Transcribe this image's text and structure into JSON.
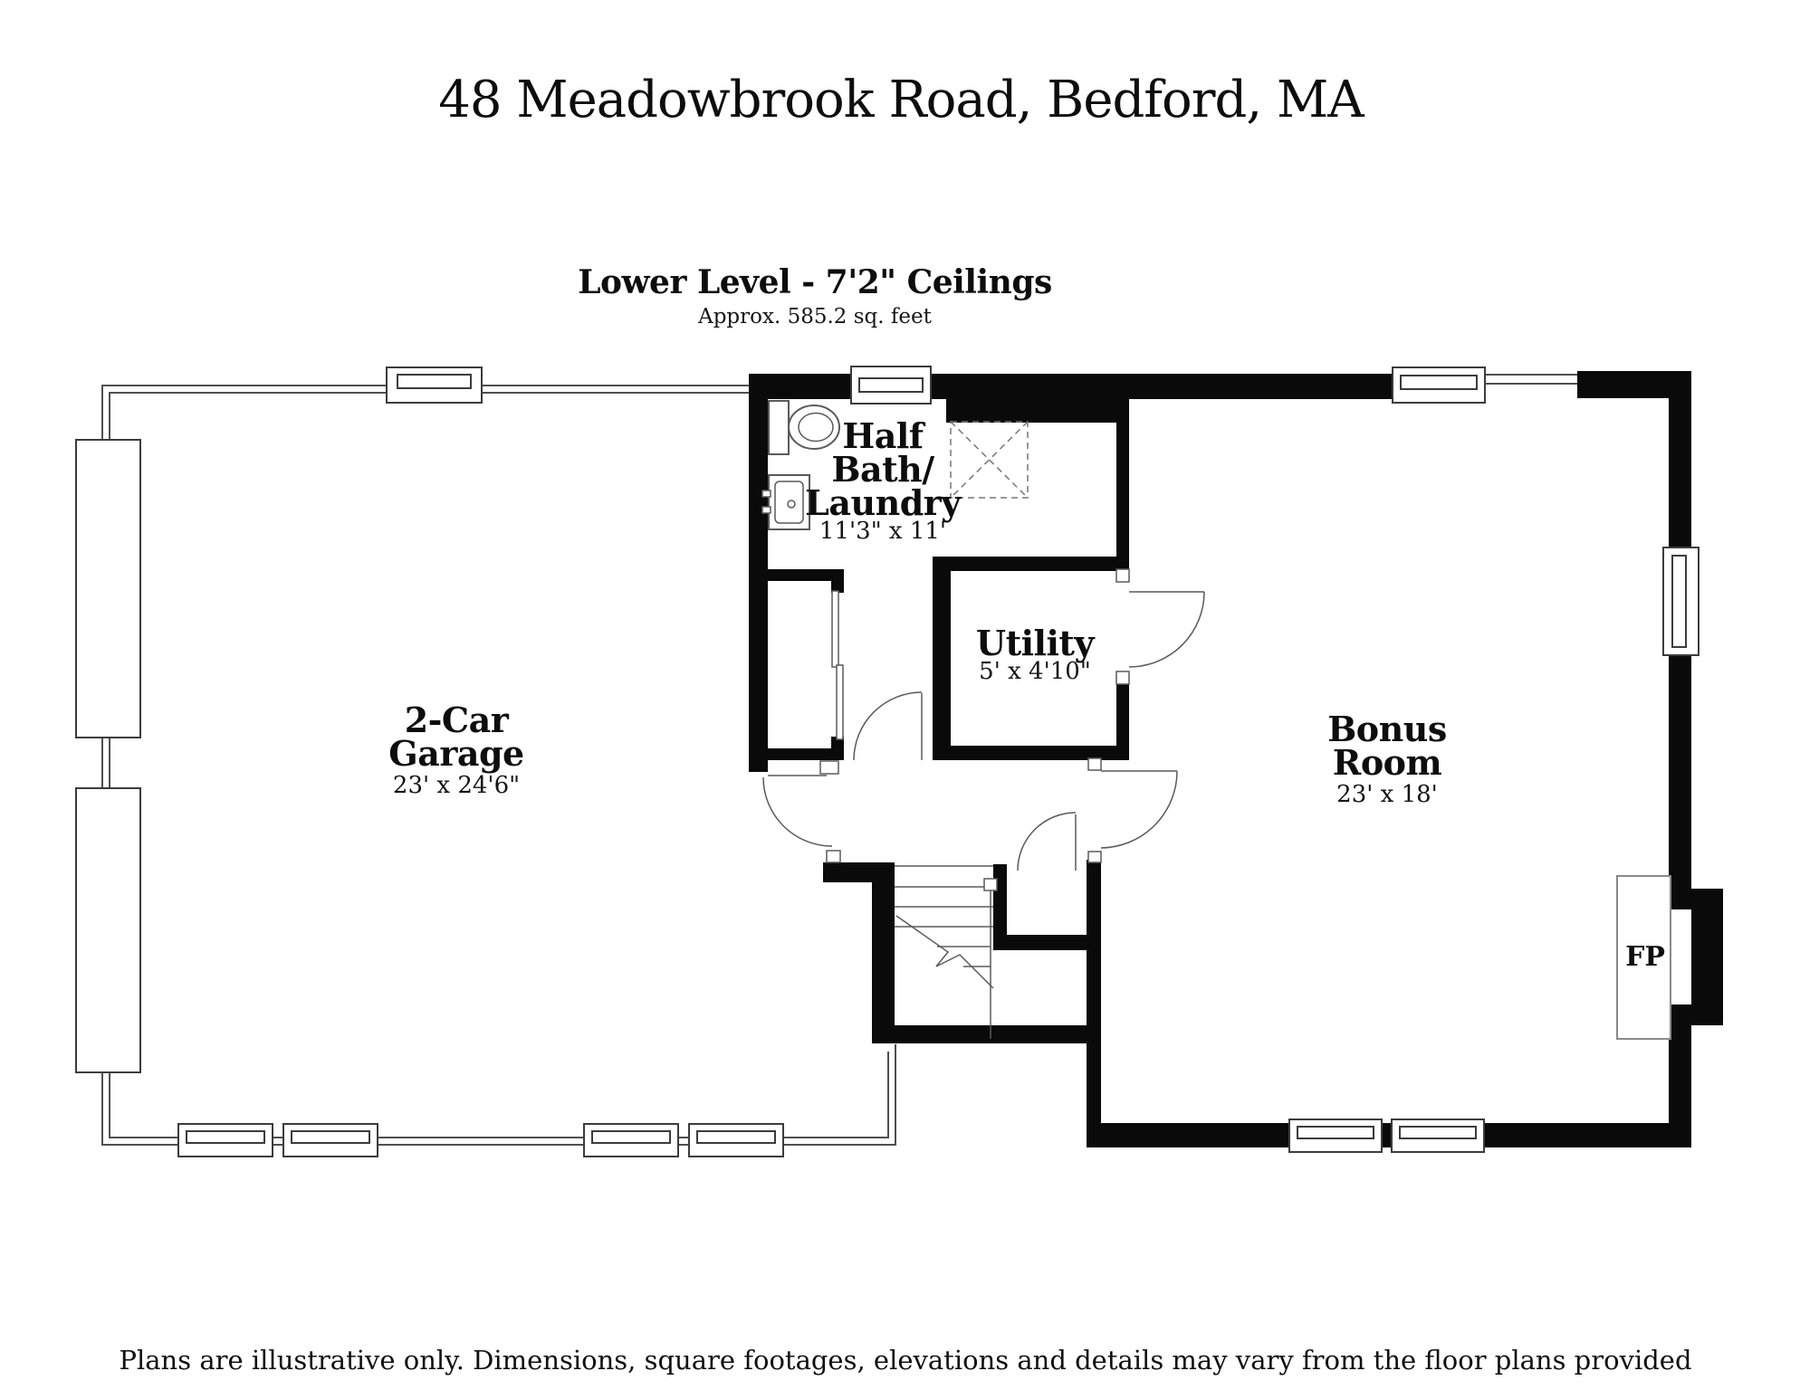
{
  "header": {
    "title": "48 Meadowbrook Road, Bedford, MA"
  },
  "plan": {
    "level_title": "Lower Level - 7'2\" Ceilings",
    "approx_area": "Approx. 585.2 sq. feet",
    "rooms": [
      {
        "id": "garage",
        "name_lines": [
          "2-Car",
          "Garage"
        ],
        "dims": "23' x 24'6\""
      },
      {
        "id": "half-bath",
        "name_lines": [
          "Half",
          "Bath/",
          "Laundry"
        ],
        "dims": "11'3\" x 11'"
      },
      {
        "id": "utility",
        "name_lines": [
          "Utility"
        ],
        "dims": "5' x 4'10\""
      },
      {
        "id": "bonus",
        "name_lines": [
          "Bonus",
          "Room"
        ],
        "dims": "23' x 18'"
      }
    ],
    "fireplace_label": "FP",
    "colors": {
      "thick_wall": "#0a0a0a",
      "thin_wall": "#4f4f4f",
      "fixture_line": "#5a5a5a",
      "text": "#0d0d0d"
    }
  },
  "footer": {
    "disclaimer": "Plans are illustrative only. Dimensions, square footages, elevations and details may vary from the floor plans provided"
  }
}
